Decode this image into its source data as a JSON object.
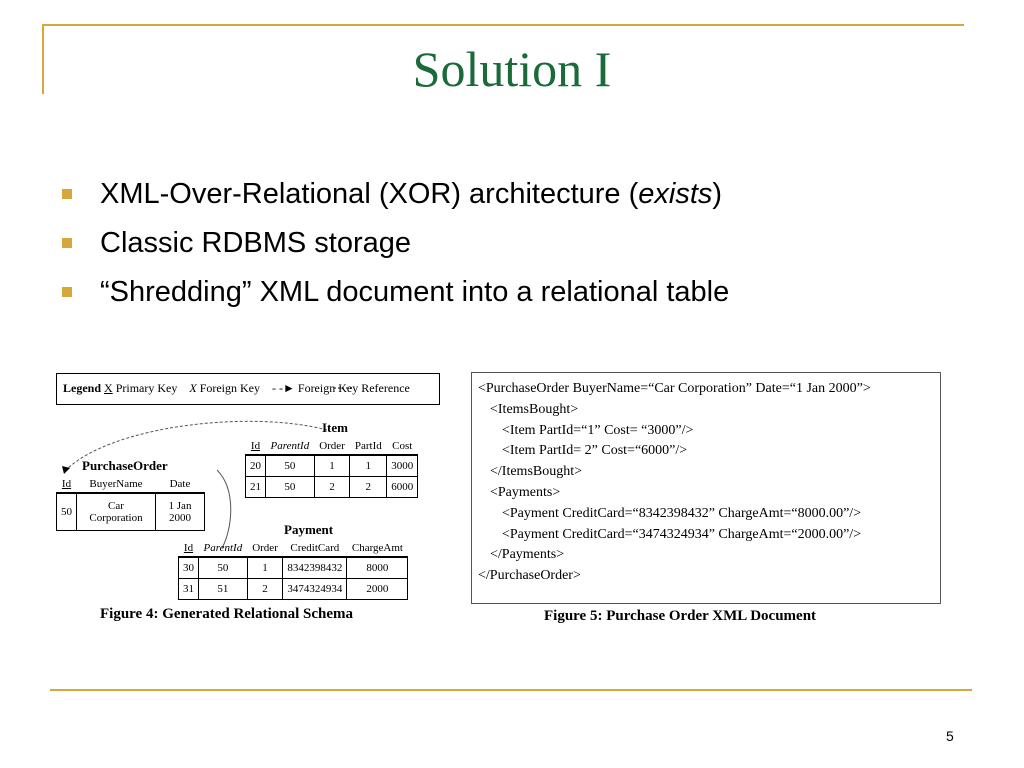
{
  "slide": {
    "title": "Solution I",
    "page_number": "5",
    "accent_color": "#d6a73a",
    "title_color": "#1b6b3a"
  },
  "bullets": [
    {
      "before": "XML-Over-Relational (XOR) architecture (",
      "italic": "exists",
      "after": ")"
    },
    {
      "text": "Classic RDBMS storage"
    },
    {
      "text": "“Shredding” XML document into a relational table"
    }
  ],
  "figure4": {
    "legend": {
      "label": "Legend",
      "primary_key_symbol": "X",
      "primary_key_text": "Primary Key",
      "foreign_key_symbol": "X",
      "foreign_key_text": "Foreign Key",
      "reference_text": "Foreign Key Reference"
    },
    "purchase_order": {
      "title": "PurchaseOrder",
      "headers": [
        "Id",
        "BuyerName",
        "Date"
      ],
      "rows": [
        [
          "50",
          "Car Corporation",
          "1 Jan 2000"
        ]
      ]
    },
    "item": {
      "title": "Item",
      "headers": [
        "Id",
        "ParentId",
        "Order",
        "PartId",
        "Cost"
      ],
      "rows": [
        [
          "20",
          "50",
          "1",
          "1",
          "3000"
        ],
        [
          "21",
          "50",
          "2",
          "2",
          "6000"
        ]
      ]
    },
    "payment": {
      "title": "Payment",
      "headers": [
        "Id",
        "ParentId",
        "Order",
        "CreditCard",
        "ChargeAmt"
      ],
      "rows": [
        [
          "30",
          "50",
          "1",
          "8342398432",
          "8000"
        ],
        [
          "31",
          "51",
          "2",
          "3474324934",
          "2000"
        ]
      ]
    },
    "caption": "Figure 4: Generated Relational Schema"
  },
  "figure5": {
    "lines": [
      "<PurchaseOrder BuyerName=“Car Corporation” Date=“1 Jan 2000”>",
      "<ItemsBought>",
      "<Item PartId=“1” Cost= “3000”/>",
      "<Item PartId= 2” Cost=“6000”/>",
      "</ItemsBought>",
      "<Payments>",
      "<Payment CreditCard=“8342398432” ChargeAmt=“8000.00”/>",
      "<Payment CreditCard=“3474324934” ChargeAmt=“2000.00”/>",
      "</Payments>",
      "</PurchaseOrder>"
    ],
    "caption": "Figure 5: Purchase Order XML Document"
  }
}
